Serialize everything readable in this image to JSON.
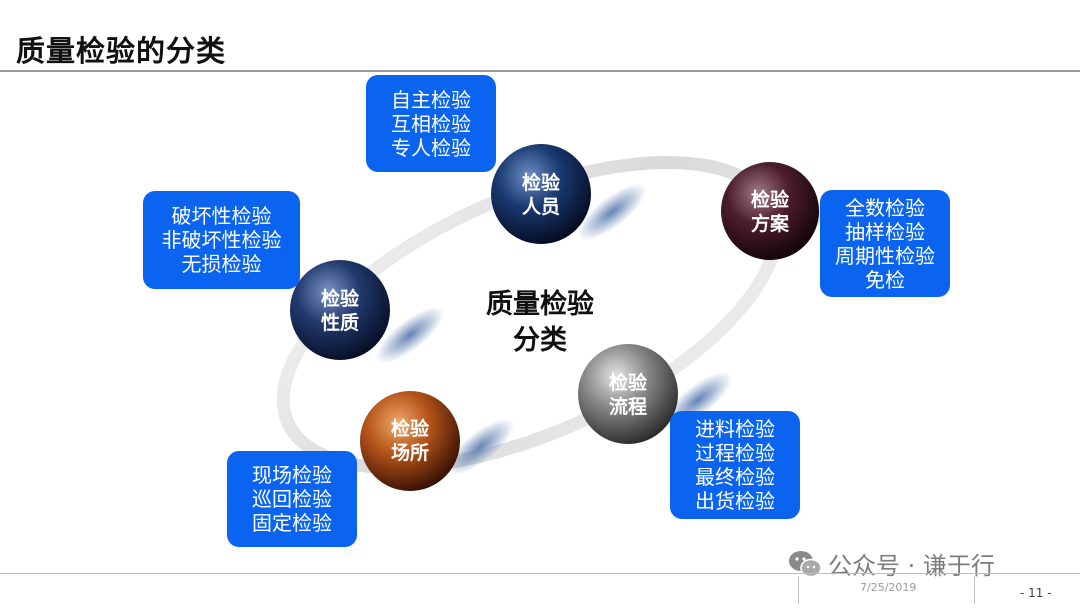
{
  "title": "质量检验的分类",
  "center": {
    "line1": "质量检验",
    "line2": "分类"
  },
  "nodes": {
    "personnel": {
      "line1": "检验",
      "line2": "人员",
      "items": [
        "自主检验",
        "互相检验",
        "专人检验"
      ],
      "color": "#0b2a55"
    },
    "scheme": {
      "line1": "检验",
      "line2": "方案",
      "items": [
        "全数检验",
        "抽样检验",
        "周期性检验",
        "免检"
      ],
      "color": "#3a1420"
    },
    "nature": {
      "line1": "检验",
      "line2": "性质",
      "items": [
        "破坏性检验",
        "非破坏性检验",
        "无损检验"
      ],
      "color": "#172b55"
    },
    "process": {
      "line1": "检验",
      "line2": "流程",
      "items": [
        "进料检验",
        "过程检验",
        "最终检验",
        "出货检验"
      ],
      "color": "#6a6a6a"
    },
    "site": {
      "line1": "检验",
      "line2": "场所",
      "items": [
        "现场检验",
        "巡回检验",
        "固定检验"
      ],
      "color": "#a8460e"
    }
  },
  "box_color": "#0a64f0",
  "footer": {
    "date": "7/25/2019",
    "page": "- 11 -"
  },
  "watermark": "公众号 · 谦于行"
}
